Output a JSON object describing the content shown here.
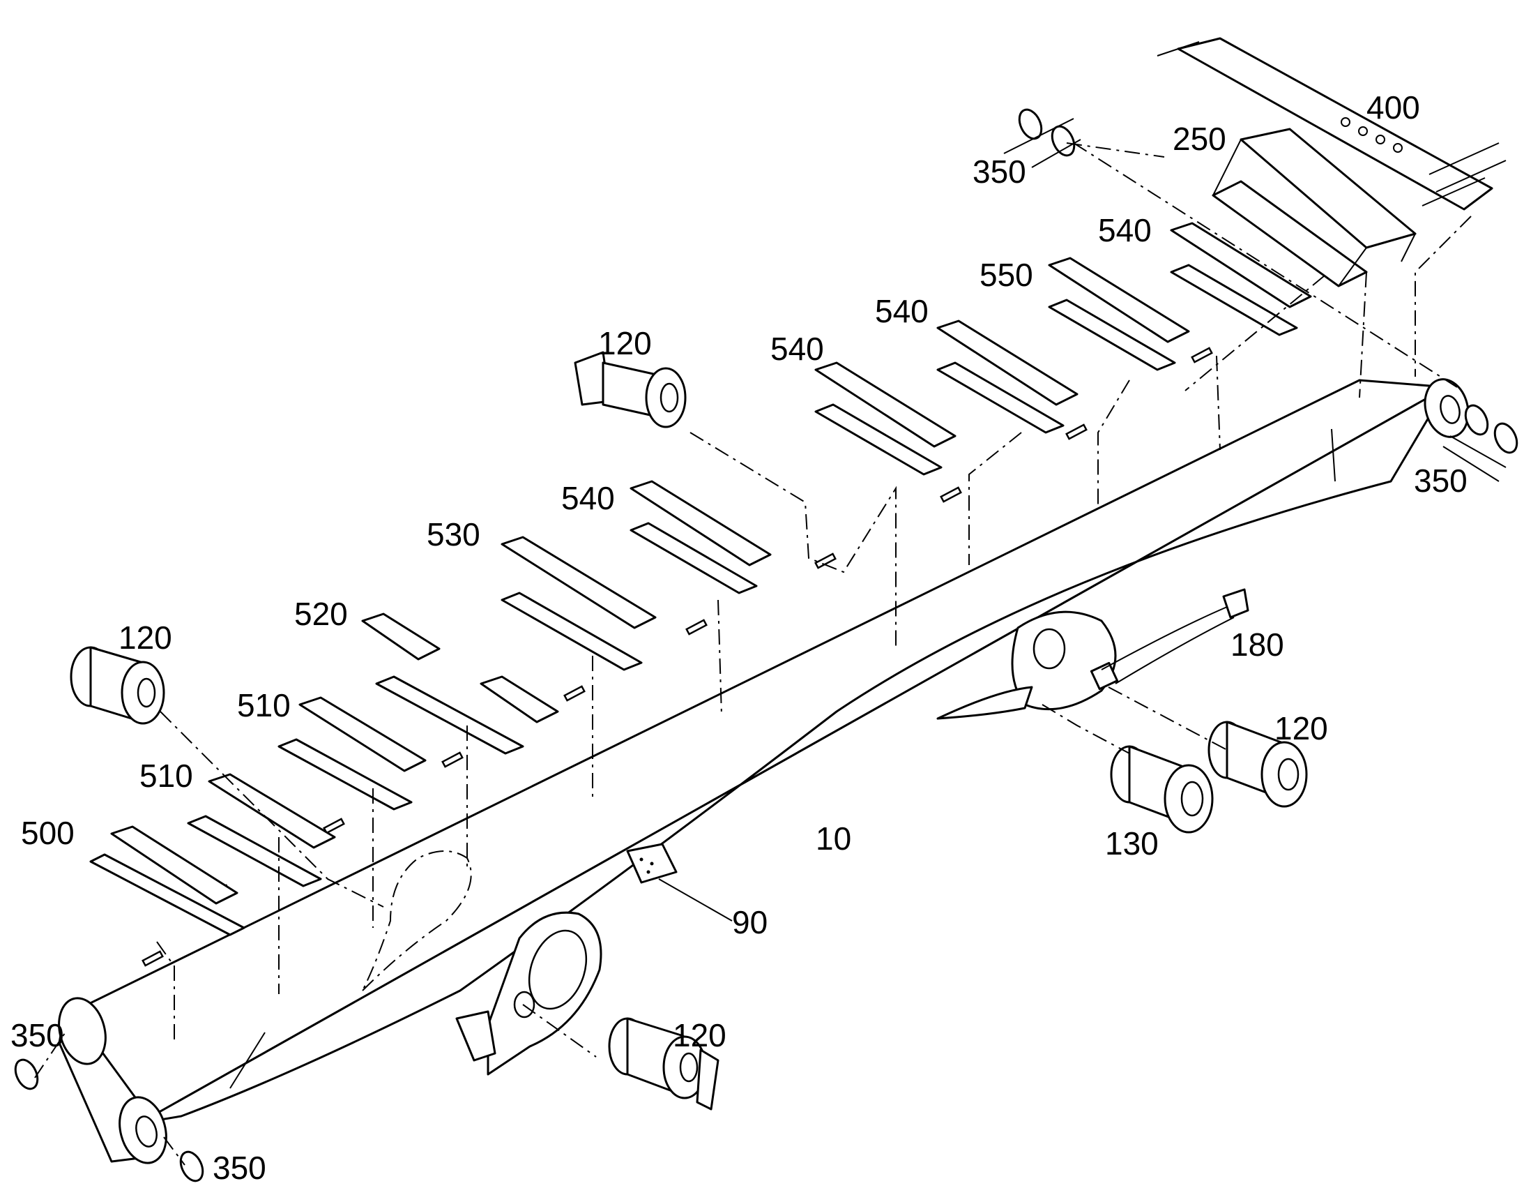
{
  "diagram": {
    "callouts": [
      {
        "id": "c400",
        "text": "400"
      },
      {
        "id": "c250",
        "text": "250"
      },
      {
        "id": "c350_top",
        "text": "350"
      },
      {
        "id": "c540_a",
        "text": "540"
      },
      {
        "id": "c550",
        "text": "550"
      },
      {
        "id": "c540_b",
        "text": "540"
      },
      {
        "id": "c120_top",
        "text": "120"
      },
      {
        "id": "c540_c",
        "text": "540"
      },
      {
        "id": "c540_d",
        "text": "540"
      },
      {
        "id": "c530",
        "text": "530"
      },
      {
        "id": "c520",
        "text": "520"
      },
      {
        "id": "c120_left",
        "text": "120"
      },
      {
        "id": "c510_a",
        "text": "510"
      },
      {
        "id": "c510_b",
        "text": "510"
      },
      {
        "id": "c500",
        "text": "500"
      },
      {
        "id": "c350_right",
        "text": "350"
      },
      {
        "id": "c180",
        "text": "180"
      },
      {
        "id": "c120_right",
        "text": "120"
      },
      {
        "id": "c130",
        "text": "130"
      },
      {
        "id": "c10",
        "text": "10"
      },
      {
        "id": "c90",
        "text": "90"
      },
      {
        "id": "c120_bottom",
        "text": "120"
      },
      {
        "id": "c350_left",
        "text": "350"
      },
      {
        "id": "c350_bottom",
        "text": "350"
      }
    ]
  }
}
